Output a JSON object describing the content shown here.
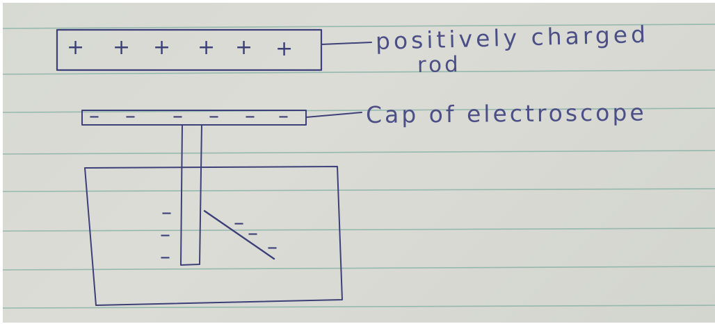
{
  "labels": {
    "rod_line1": "positively charged",
    "rod_line2": "rod",
    "cap": "Cap of electroscope"
  },
  "symbols": {
    "rod_charge": "+",
    "cap_charge": "–",
    "leaf_charge": "–"
  },
  "counts": {
    "rod_plus": 6,
    "cap_minus": 6,
    "stem_minus": 3,
    "leaf_minus": 3
  },
  "colors": {
    "paper": "#d7d9d3",
    "ink": "#3c3f78",
    "ruled_line": "#8ab3a8"
  }
}
